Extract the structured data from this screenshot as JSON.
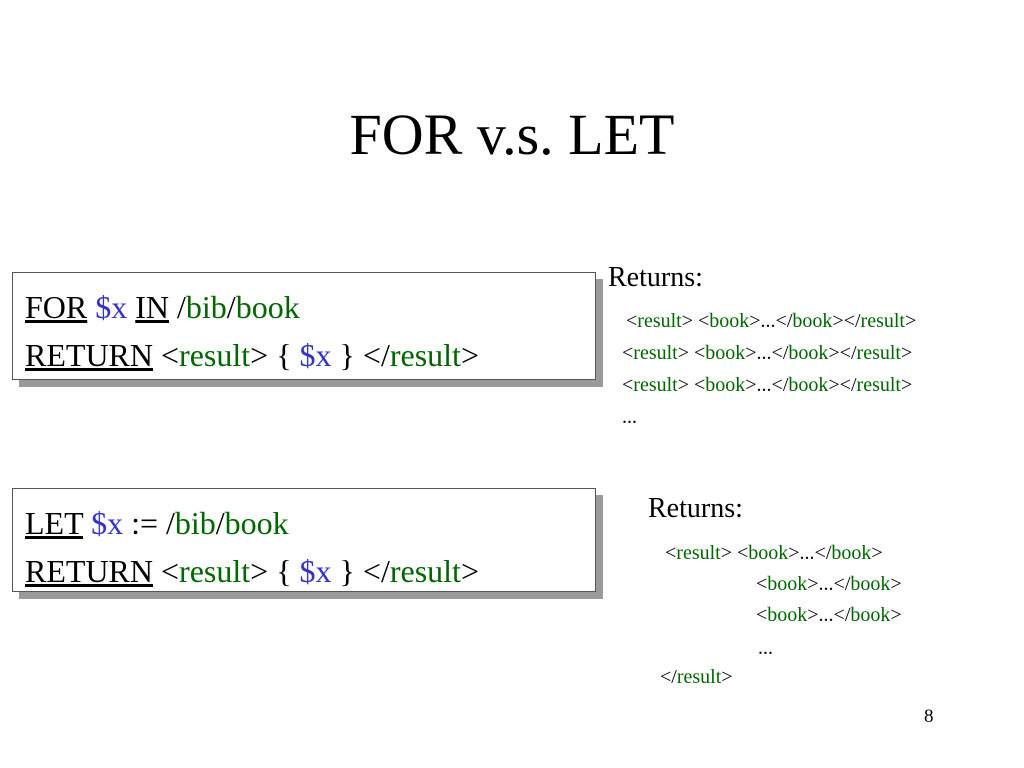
{
  "slide": {
    "title": "FOR v.s. LET",
    "page_number": "8"
  },
  "for_query": {
    "kw_for": "FOR",
    "var": "$x",
    "kw_in": "IN",
    "slash1": "/",
    "bib": "bib",
    "slash2": "/",
    "book": "book",
    "kw_return": "RETURN",
    "lt": "<",
    "result": "result",
    "gt_open": "> { ",
    "var2": "$x",
    "close": " } </",
    "result2": "result",
    "gt": ">"
  },
  "let_query": {
    "kw_let": "LET",
    "var": "$x",
    "assign": " := /",
    "bib": "bib",
    "slash": "/",
    "book": "book",
    "kw_return": "RETURN",
    "lt": "<",
    "result": "result",
    "gt_open": "> { ",
    "var2": "$x",
    "close": " } </",
    "result2": "result",
    "gt": ">"
  },
  "for_returns": {
    "label": "Returns:",
    "rows": [
      {
        "lt1": "<",
        "result": "result",
        "gt1": "> <",
        "book": "book",
        "mid": ">...</",
        "book2": "book",
        "sep": "></",
        "result2": "result",
        "gt2": ">"
      },
      {
        "lt1": "<",
        "result": "result",
        "gt1": "> <",
        "book": "book",
        "mid": ">...</",
        "book2": "book",
        "sep": "></",
        "result2": "result",
        "gt2": ">"
      },
      {
        "lt1": "<",
        "result": "result",
        "gt1": "> <",
        "book": "book",
        "mid": ">...</",
        "book2": "book",
        "sep": "></",
        "result2": "result",
        "gt2": ">"
      }
    ],
    "ellipsis": "..."
  },
  "let_returns": {
    "label": "Returns:",
    "row1": {
      "lt1": "<",
      "result": "result",
      "gt1": "> <",
      "book": "book",
      "mid": ">...</",
      "book2": "book",
      "gt2": ">"
    },
    "book_rows": [
      {
        "lt": "<",
        "book": "book",
        "mid": ">...</",
        "book2": "book",
        "gt": ">"
      },
      {
        "lt": "<",
        "book": "book",
        "mid": ">...</",
        "book2": "book",
        "gt": ">"
      }
    ],
    "ellipsis": "...",
    "close": {
      "lt": "</",
      "result": "result",
      "gt": ">"
    }
  },
  "colors": {
    "variable": "#3333cc",
    "path_and_tag": "#006600",
    "shadow": "#9a9a9a"
  }
}
